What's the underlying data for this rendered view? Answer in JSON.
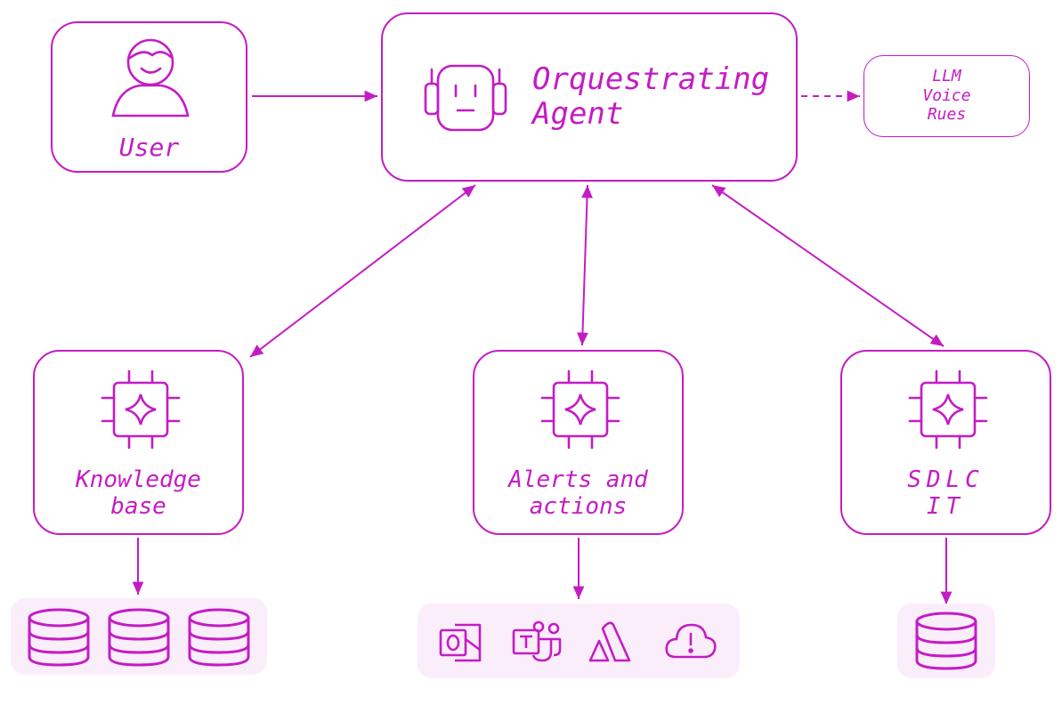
{
  "colors": {
    "accent": "#c41cc4",
    "tray": "#fbeefb",
    "background": "#ffffff"
  },
  "nodes": {
    "user": {
      "label": "User",
      "icon": "user-icon"
    },
    "agent": {
      "label_line1": "Orquestrating",
      "label_line2": "Agent",
      "icon": "robot-icon"
    },
    "config": {
      "line1": "LLM",
      "line2": "Voice",
      "line3": "Rues"
    },
    "knowledge": {
      "label_line1": "Knowledge",
      "label_line2": "base",
      "icon": "ai-chip-icon"
    },
    "alerts": {
      "label_line1": "Alerts and",
      "label_line2": "actions",
      "icon": "ai-chip-icon"
    },
    "sdlc": {
      "label_line1": "SDLC",
      "label_line2": "IT",
      "icon": "ai-chip-icon"
    }
  },
  "trays": {
    "knowledge": [
      "database-icon",
      "database-icon",
      "database-icon"
    ],
    "alerts": [
      "outlook-icon",
      "teams-icon",
      "atlassian-icon",
      "cloud-alert-icon"
    ],
    "sdlc": [
      "database-icon"
    ]
  }
}
